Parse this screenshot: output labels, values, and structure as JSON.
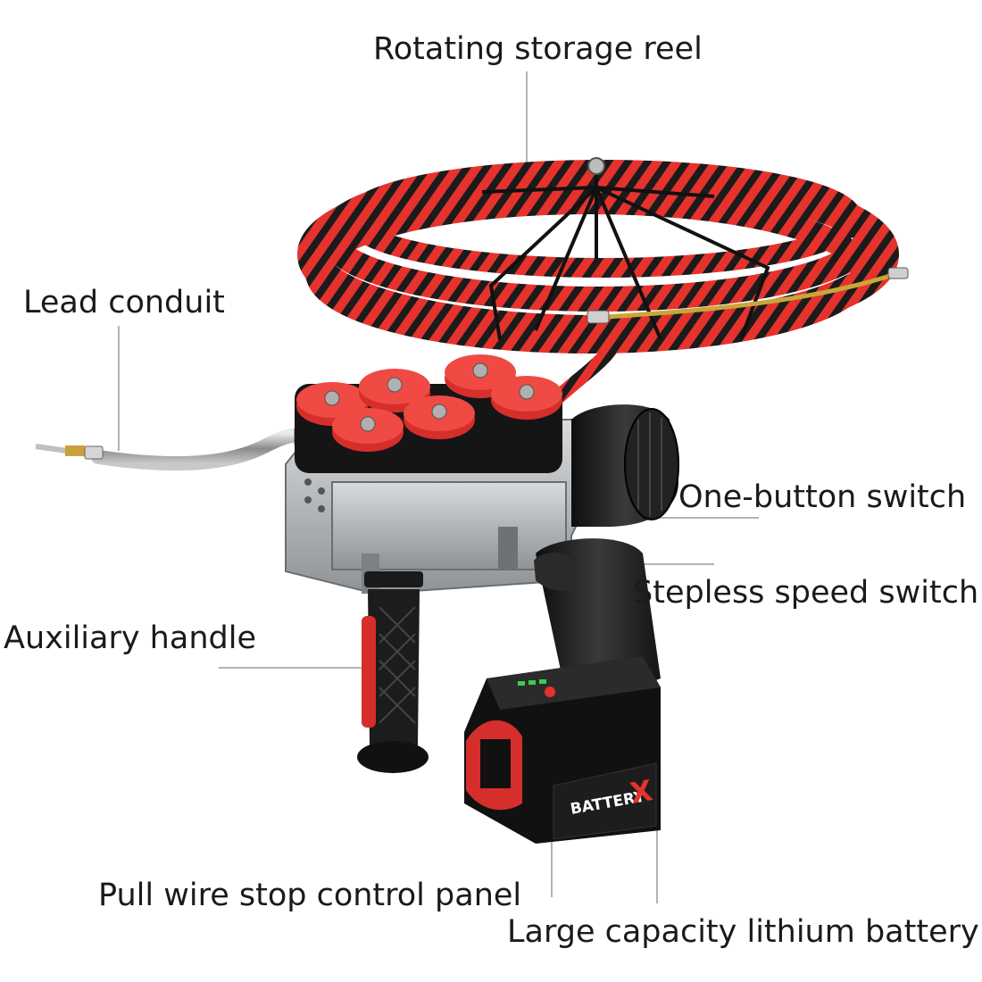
{
  "labels": {
    "rotating_storage_reel": "Rotating storage reel",
    "lead_conduit": "Lead conduit",
    "one_button_switch": "One-button switch",
    "stepless_speed_switch": "Stepless speed switch",
    "auxiliary_handle": "Auxiliary handle",
    "pull_wire_stop_control_panel": "Pull wire stop control panel",
    "large_capacity_lithium_battery": "Large capacity lithium battery"
  },
  "battery_pack": {
    "brand_text": "BATTERY",
    "brand_mark": "X"
  },
  "colors": {
    "wire_red": "#e5322d",
    "wire_black": "#1b1b1b",
    "body_silver": "#b9bcbf",
    "leader_line": "#9a9a9a",
    "indicator_green": "#37d04a"
  }
}
